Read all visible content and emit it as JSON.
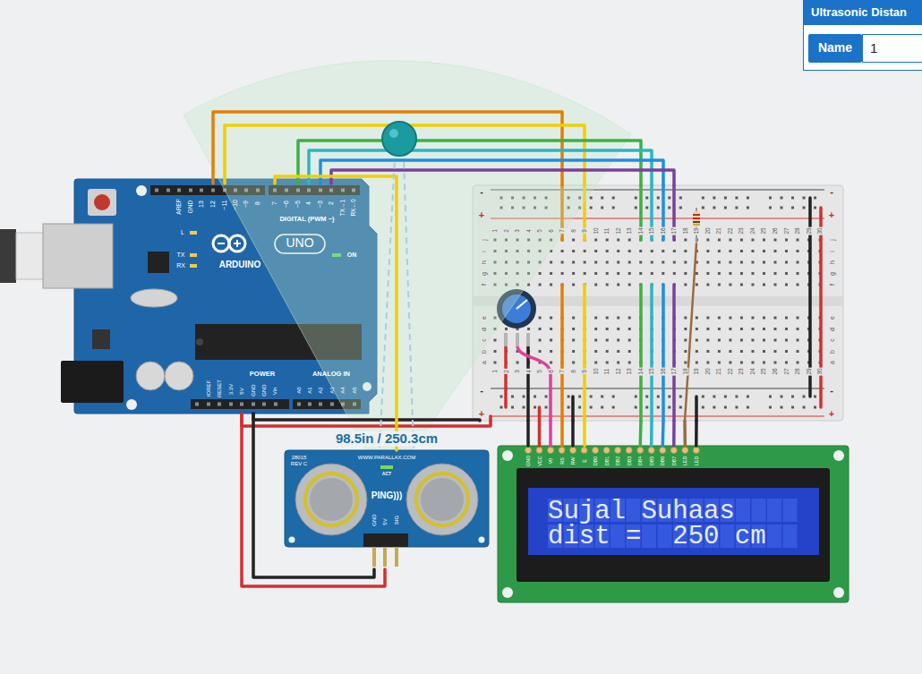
{
  "diagram": {
    "nodes": [
      {
        "text": [
          "Ultrasonic Distan",
          "Name",
          "1"
        ]
      },
      {
        "text": [
          "AREF",
          "GND",
          "13",
          "12",
          "~11",
          "~10",
          "~9",
          "8",
          "7",
          "~6",
          "~5",
          "4",
          "~3",
          "2",
          "TX→1",
          "RX←0",
          "DIGITAL (PWM ~)",
          "L",
          "TX",
          "RX",
          "ARDUINO",
          "UNO",
          "ON",
          "POWER",
          "ANALOG IN",
          "IOREF",
          "RESET",
          "3.3V",
          "5V",
          "GND",
          "GND",
          "Vin",
          "A0",
          "A1",
          "A2",
          "A3",
          "A4",
          "A5"
        ]
      },
      {
        "text": [
          "-",
          "+",
          "-",
          "+",
          "-",
          "+",
          "-",
          "+",
          "1",
          "2",
          "3",
          "4",
          "5",
          "6",
          "7",
          "8",
          "9",
          "10",
          "11",
          "12",
          "13",
          "14",
          "15",
          "16",
          "17",
          "18",
          "19",
          "20",
          "21",
          "22",
          "23",
          "24",
          "25",
          "26",
          "27",
          "28",
          "29",
          "30",
          "1",
          "2",
          "3",
          "4",
          "5",
          "6",
          "7",
          "8",
          "9",
          "10",
          "11",
          "12",
          "13",
          "14",
          "15",
          "16",
          "17",
          "18",
          "19",
          "20",
          "21",
          "22",
          "23",
          "24",
          "25",
          "26",
          "27",
          "28",
          "29",
          "30",
          "j",
          "i",
          "h",
          "g",
          "f",
          "e",
          "d",
          "c",
          "b",
          "a",
          "j",
          "i",
          "h",
          "g",
          "f",
          "e",
          "d",
          "c",
          "b",
          "a"
        ]
      },
      {
        "text": [
          "28015 REV C",
          "WWW.PARALLAX.COM",
          "ACT",
          "PING)))",
          "GND",
          "5V",
          "SIG"
        ]
      },
      {
        "text": [
          "GND",
          "VCC",
          "V0",
          "RS",
          "RW",
          "E",
          "DB0",
          "DB1",
          "DB2",
          "DB3",
          "DB4",
          "DB5",
          "DB6",
          "DB7",
          "LED",
          "LED",
          "Sujal Suhaas",
          "dist =  250 cm"
        ]
      }
    ],
    "edges": [
      {
        "from": 1,
        "to": 2,
        "arrow": "none"
      },
      {
        "from": 1,
        "to": 2,
        "arrow": "none"
      },
      {
        "from": 1,
        "to": 2,
        "arrow": "none"
      },
      {
        "from": 1,
        "to": 2,
        "arrow": "none"
      },
      {
        "from": 1,
        "to": 2,
        "arrow": "none"
      },
      {
        "from": 1,
        "to": 2,
        "arrow": "none"
      },
      {
        "from": 1,
        "to": 2,
        "arrow": "none"
      },
      {
        "from": 1,
        "to": 2,
        "arrow": "none"
      },
      {
        "from": 1,
        "to": 3,
        "arrow": "none"
      },
      {
        "from": 1,
        "to": 3,
        "arrow": "none"
      },
      {
        "from": 1,
        "to": 3,
        "arrow": "none"
      },
      {
        "from": 2,
        "to": 4,
        "arrow": "none"
      },
      {
        "from": 2,
        "to": 4,
        "arrow": "none"
      },
      {
        "from": 2,
        "to": 4,
        "arrow": "none"
      },
      {
        "from": 2,
        "to": 4,
        "arrow": "none"
      },
      {
        "from": 2,
        "to": 4,
        "arrow": "none"
      },
      {
        "from": 2,
        "to": 4,
        "arrow": "none"
      },
      {
        "from": 2,
        "to": 4,
        "arrow": "none"
      },
      {
        "from": 2,
        "to": 4,
        "arrow": "none"
      },
      {
        "from": 2,
        "to": 4,
        "arrow": "none"
      },
      {
        "from": 2,
        "to": 4,
        "arrow": "none"
      },
      {
        "from": 2,
        "to": 4,
        "arrow": "none"
      },
      {
        "from": 2,
        "to": 4,
        "arrow": "none"
      }
    ],
    "labels": [
      "98.5in / 250.3cm"
    ]
  }
}
